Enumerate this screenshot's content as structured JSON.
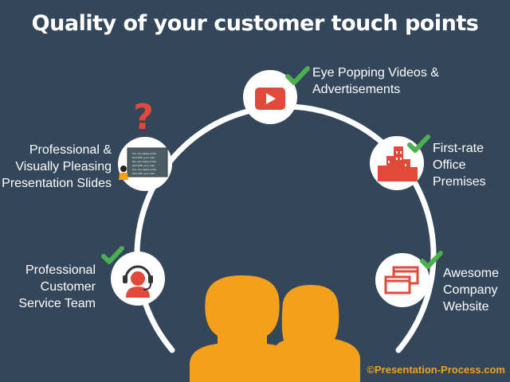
{
  "title": "Quality of your customer touch points",
  "touch_points": [
    {
      "label_lines": [
        "Eye Popping Videos &",
        "Advertisements"
      ],
      "icon": "video-play-icon"
    },
    {
      "label_lines": [
        "First-rate",
        "Office",
        "Premises"
      ],
      "icon": "office-buildings-icon"
    },
    {
      "label_lines": [
        "Awesome",
        "Company",
        "Website"
      ],
      "icon": "browser-windows-icon"
    },
    {
      "label_lines": [
        "Professional",
        "Customer",
        "Service Team"
      ],
      "icon": "headset-agent-icon"
    },
    {
      "label_lines": [
        "Professional &",
        "Visually Pleasing",
        "Presentation Slides"
      ],
      "icon": "presentation-board-icon"
    }
  ],
  "question_mark": "?",
  "slide_bullets": [
    "You can replace this",
    "text with your own.",
    "You can replace this",
    "text with your own.",
    "You can replace this",
    "text with your own."
  ],
  "credit": "©Presentation-Process.com",
  "colors": {
    "background": "#34475a",
    "accent_red": "#e14a3b",
    "check_green": "#4caf50",
    "people_orange": "#f5a01a",
    "node_fill": "#ffffff"
  }
}
